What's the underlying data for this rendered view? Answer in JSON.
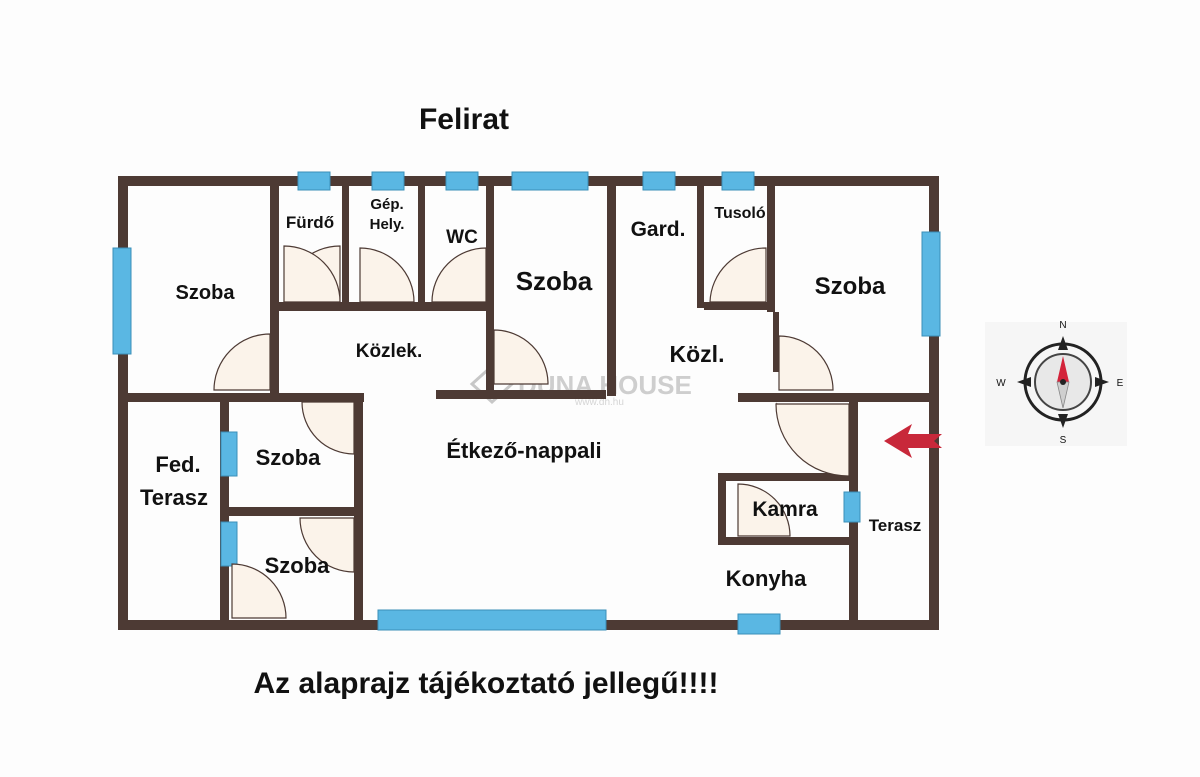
{
  "header": {
    "title": "Felirat"
  },
  "footer": {
    "note": "Az alaprajz tájékoztató jellegű!!!!"
  },
  "rooms": {
    "szoba_nw": "Szoba",
    "furdo": "Fürdő",
    "gep_1": "Gép.",
    "gep_2": "Hely.",
    "wc": "WC",
    "szoba_mid": "Szoba",
    "gard": "Gard.",
    "tusolo": "Tusoló",
    "szoba_ne": "Szoba",
    "kozlek": "Közlek.",
    "kozl": "Közl.",
    "fed_1": "Fed.",
    "fed_2": "Terasz",
    "szoba_w1": "Szoba",
    "szoba_w2": "Szoba",
    "etkezo": "Étkező-nappali",
    "kamra": "Kamra",
    "terasz": "Terasz",
    "konyha": "Konyha"
  },
  "compass": {
    "n": "N",
    "s": "S",
    "e": "E",
    "w": "W"
  },
  "watermark": {
    "brand": "DUNA HOUSE",
    "url": "www.dh.hu"
  },
  "colors": {
    "wall": "#4d3a34",
    "window": "#5ab7e3",
    "door_fill": "#fbf3ea",
    "entrance_arrow": "#c8283a"
  }
}
